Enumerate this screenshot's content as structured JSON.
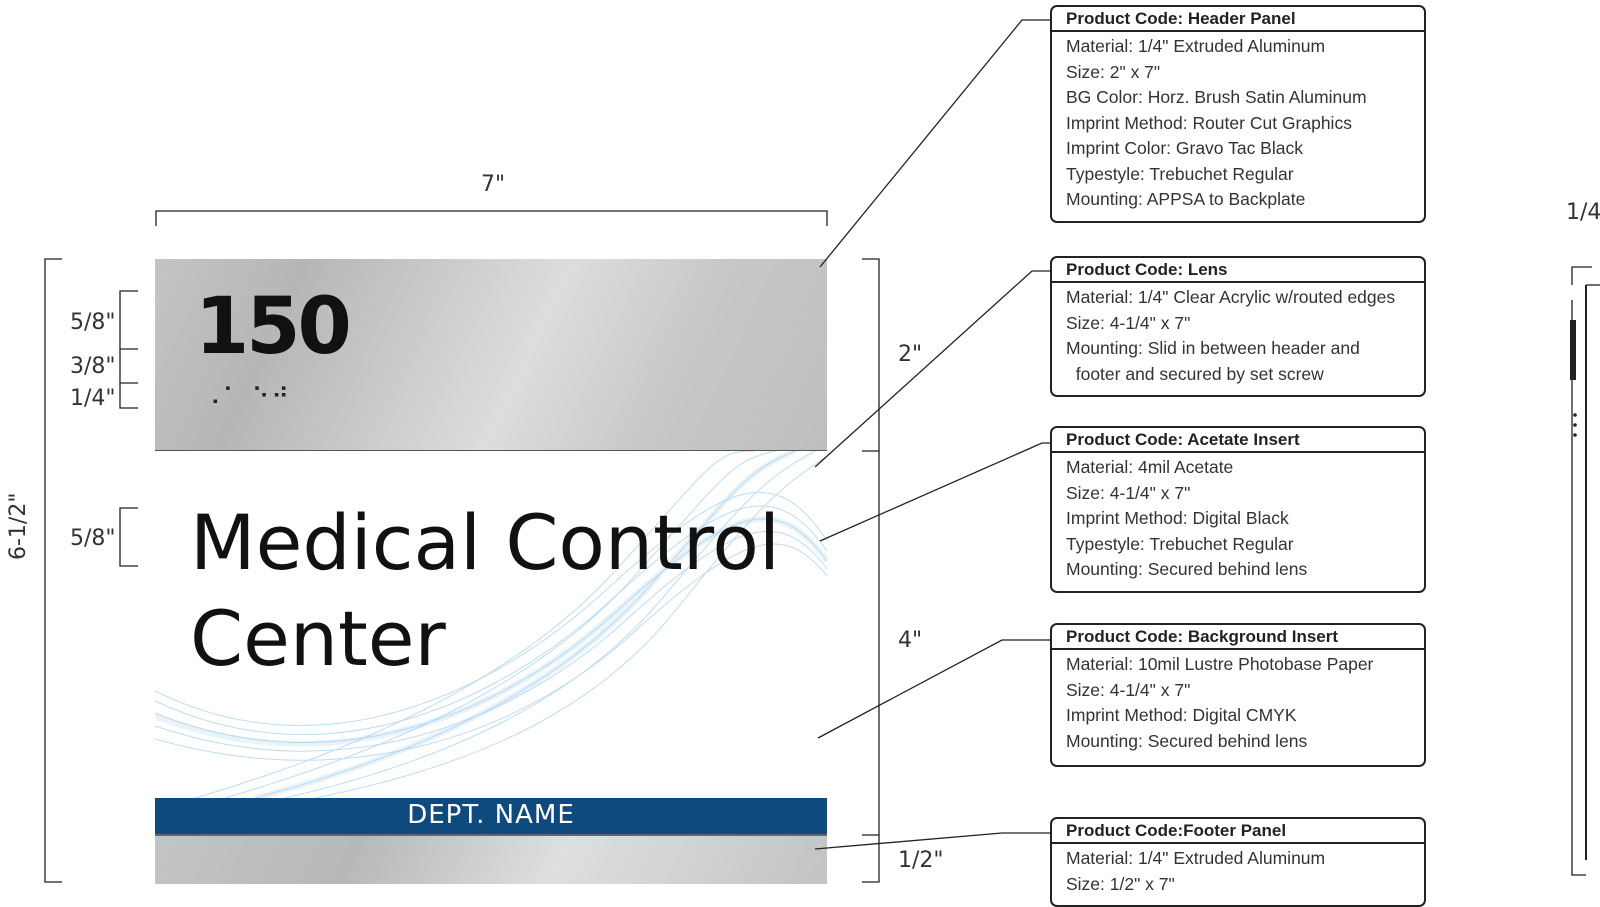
{
  "dimensions": {
    "width": "7\"",
    "overall_height": "6-1/2\"",
    "num_height": "5/8\"",
    "gap": "3/8\"",
    "braille_height": "1/4\"",
    "title_height": "5/8\"",
    "header_height": "2\"",
    "lens_height": "4\"",
    "footer_height": "1/2\"",
    "side_thickness": "1/4"
  },
  "sign": {
    "room_number": "150",
    "braille": "⠠⠁ ⠑⠚",
    "title_line1": "Medical Control",
    "title_line2": "Center",
    "dept_name": "DEPT. NAME"
  },
  "callouts": [
    {
      "title": "Product Code: Header Panel",
      "lines": [
        "Material: 1/4\" Extruded Aluminum",
        "Size: 2\" x 7\"",
        "BG Color: Horz. Brush Satin Aluminum",
        "Imprint Method: Router Cut Graphics",
        "Imprint Color: Gravo Tac Black",
        "Typestyle: Trebuchet Regular",
        "Mounting: APPSA to Backplate"
      ]
    },
    {
      "title": "Product Code: Lens",
      "lines": [
        "Material: 1/4\" Clear Acrylic w/routed edges",
        "Size: 4-1/4\" x 7\"",
        "Mounting: Slid in between header and",
        "  footer and secured by set screw"
      ]
    },
    {
      "title": "Product Code: Acetate Insert",
      "lines": [
        "Material: 4mil Acetate",
        "Size: 4-1/4\" x 7\"",
        "Imprint Method: Digital Black",
        "Typestyle: Trebuchet Regular",
        "Mounting: Secured behind lens"
      ]
    },
    {
      "title": "Product Code: Background Insert",
      "lines": [
        "Material: 10mil Lustre Photobase Paper",
        "Size: 4-1/4\" x 7\"",
        "Imprint Method: Digital CMYK",
        "Mounting: Secured behind lens"
      ]
    },
    {
      "title": "Product Code:Footer Panel",
      "lines": [
        "Material: 1/4\" Extruded Aluminum",
        "Size: 1/2\" x 7\""
      ]
    }
  ],
  "colors": {
    "dept_bar": "#0f4a7e",
    "wave": "#7fb6e0",
    "aluminum": "#c3c4c6"
  }
}
